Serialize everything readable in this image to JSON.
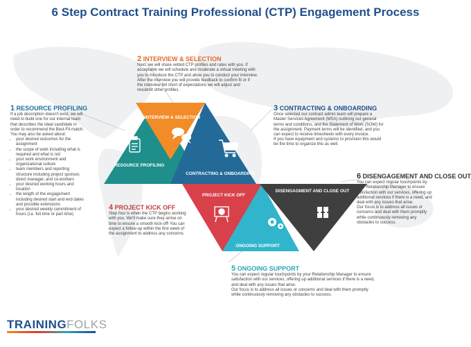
{
  "title": "6 Step Contract Training Professional (CTP) Engagement Process",
  "colors": {
    "resource_profiling": "#1e8f8b",
    "interview_selection": "#f28c28",
    "contracting_onboarding": "#236a98",
    "project_kickoff": "#d8404a",
    "ongoing_support": "#31b5cc",
    "disengagement": "#3f3f3f",
    "title": "#1f4f8c"
  },
  "triangles": {
    "resource_profiling": "RESOURCE PROFILING",
    "interview_selection": "INTERVIEW & SELECTION",
    "contracting_onboarding": "CONTRACTING & ONBOARDING",
    "project_kickoff": "PROJECT KICK OFF",
    "ongoing_support": "ONGOING SUPPORT",
    "disengagement": "DISENGAGMENT AND CLOSE OUT"
  },
  "steps": {
    "s1": {
      "num": "1",
      "title": "RESOURCE PROFILING",
      "intro": "If a job description doesn't exist, we will\nneed to build one for our internal team\nthat describes the ideal candidate in\norder to recommend the Best-Fit match.\nYou may also be asked about:",
      "items": [
        "your desired outcomes for the\nassignment",
        "the scope of work including what is\nrequired and what is not",
        "your work environment and\norganizational culture",
        "team members and reporting\nstructure including project sponsor,\ndirect manager, and co-workers",
        "your desired working hours and\nlocation",
        "the length of the engagement\nincluding desired start and end dates\nand possible extensions",
        "your desired weekly commitment of\nhours (i.e. full time or part time)"
      ]
    },
    "s2": {
      "num": "2",
      "title": "INTERVIEW & SELECTION",
      "text": "Next, we will share vetted CTP profiles and rates with you. If\nacceptable we will schedule and moderate a virtual meeting with\nyou to introduce the CTP and allow you to conduct your interview.\nAfter the interview you will provide feedback to confirm fit or if\nthe interview fell short of expectations we will adjust and\nresubmit other profiles."
    },
    "s3": {
      "num": "3",
      "title": "CONTRACTING & ONBOARDING",
      "text": "Once selected our contract admin team will prepare a\nMaster Services Agreement (MSA) outlining our general\nterms and conditions, and the Statement of Work (SOW) for\nthe assignment. Payment terms will be identified, and you\ncan expect to receive timesheets with every invoice.\nIf you have equipment and systems to provision this would\nbe the time to organize this as well."
    },
    "s4": {
      "num": "4",
      "title": "PROJECT KICK OFF",
      "text": "Step four is when the CTP begins working\nwith you. We'll make sure they arrive on\ntime to ensure a smooth kick-off! You can\nexpect a follow-up within the first week of\nthe assignment to address any concerns."
    },
    "s5": {
      "num": "5",
      "title": "ONGOING SUPPORT",
      "text": "You can expect regular touchpoints by your Relationship Manager to ensure\nsatisfaction with our services, offering up additional services if there is a need,\nand deal with any issues that arise.\nOur focus is to address all issues or concerns and deal with them promptly\nwhile continuously removing any obstacles to success."
    },
    "s6": {
      "num": "6",
      "title": "DISENGAGEMENT AND CLOSE OUT",
      "text": "You can expect regular touchpoints by\nyour Relationship Manager to ensure\nsatisfaction with our services, offering up\nadditional services if there is a need, and\ndeal with any issues that arise.\nOur focus is to address all issues or\nconcerns and deal with them promptly\nwhile continuously removing any\nobstacles to success."
    }
  },
  "icons": {
    "resource_profiling": "clipboard-icon",
    "interview_selection": "chat-bubbles-icon",
    "contracting_onboarding": "shopping-cart-icon",
    "project_kickoff": "presentation-board-icon",
    "ongoing_support": "gears-icon",
    "disengagement": "puzzle-icon"
  },
  "logo": {
    "part1": "TRAINING",
    "part2": "FOLKS"
  }
}
